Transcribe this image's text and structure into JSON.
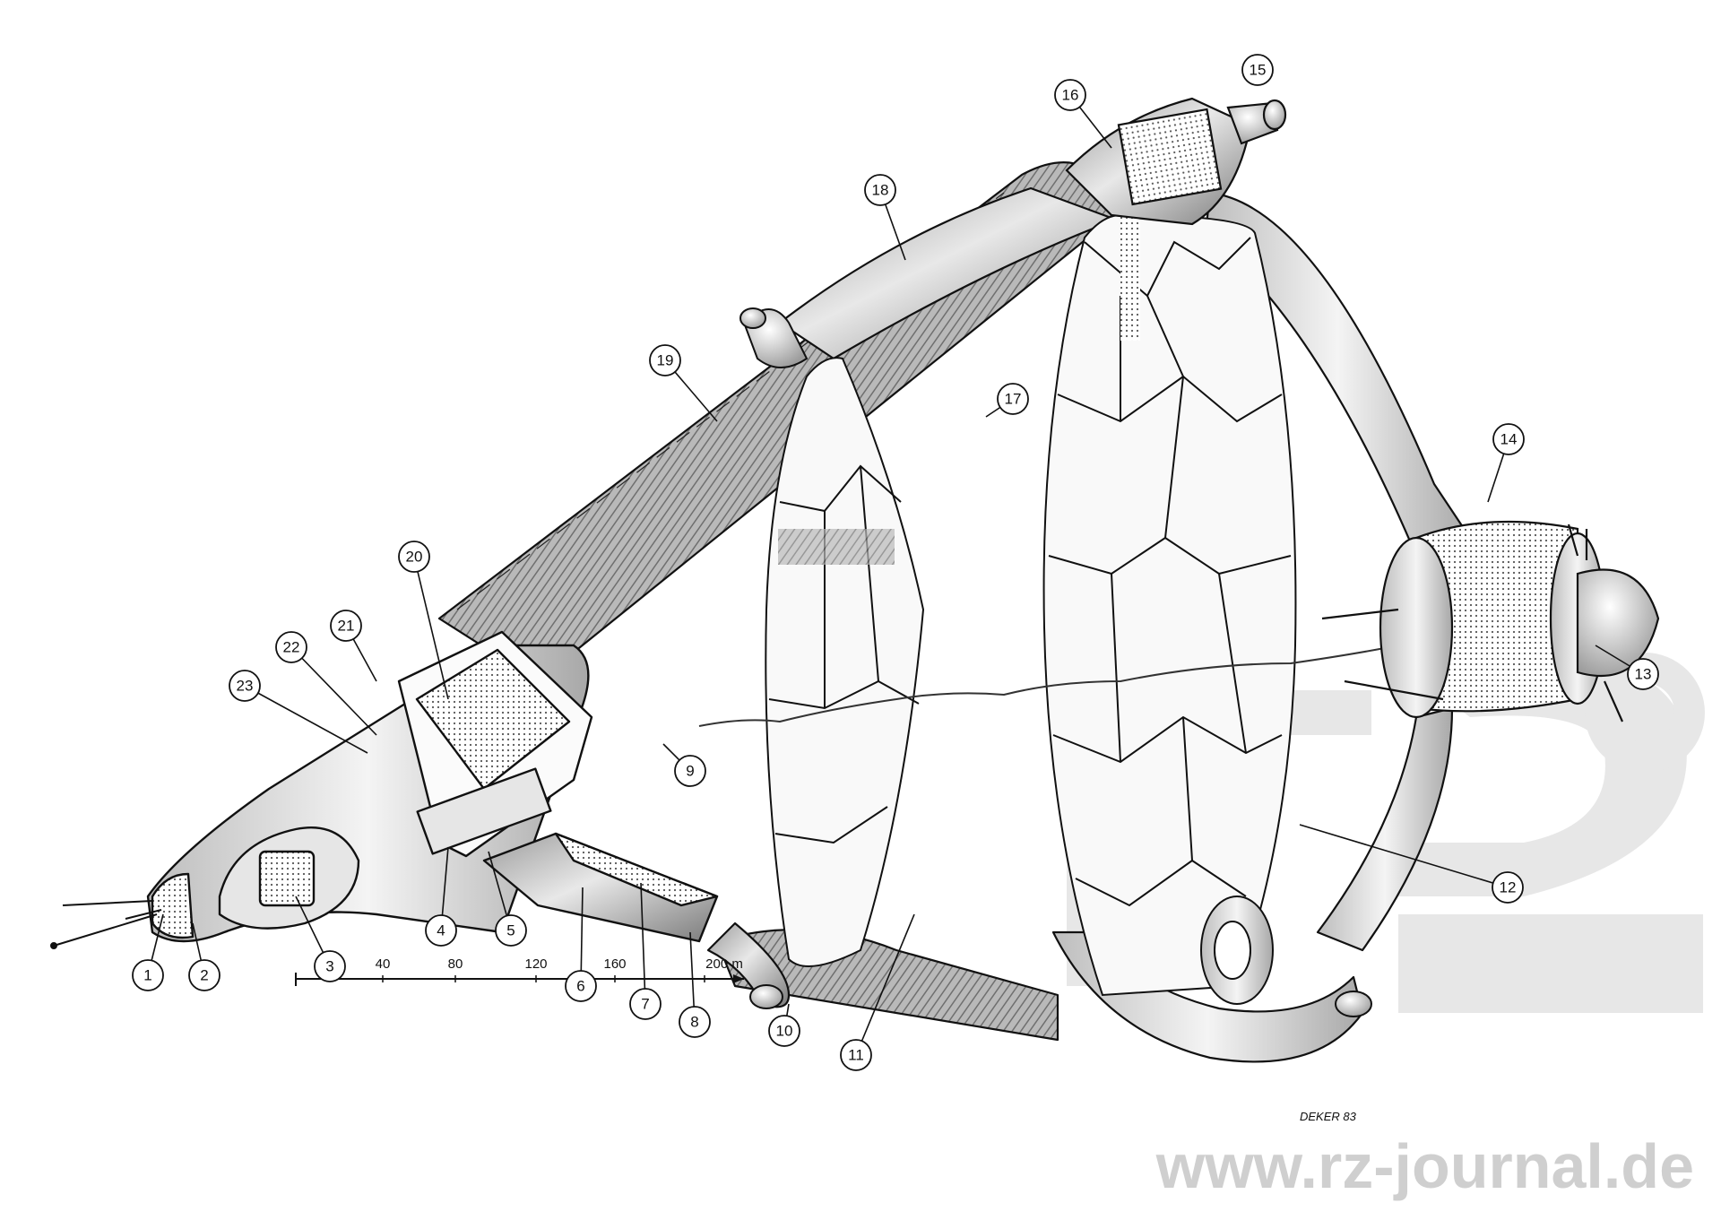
{
  "callouts": [
    "1",
    "2",
    "3",
    "4",
    "5",
    "6",
    "7",
    "8",
    "9",
    "10",
    "11",
    "12",
    "13",
    "14",
    "15",
    "16",
    "17",
    "18",
    "19",
    "20",
    "21",
    "22",
    "23"
  ],
  "scale_bar": {
    "ticks": [
      "40",
      "80",
      "120",
      "160",
      "200 m"
    ]
  },
  "signature": "DEKER 83",
  "watermark": {
    "url": "www.rz-journal.de",
    "logo_text": "rz"
  },
  "colors": {
    "ink": "#111111",
    "hull_light": "#f2f2f2",
    "hull_mid": "#c8c8c8",
    "hull_dark": "#8a8a8a",
    "watermark": "#d4d4d4"
  }
}
